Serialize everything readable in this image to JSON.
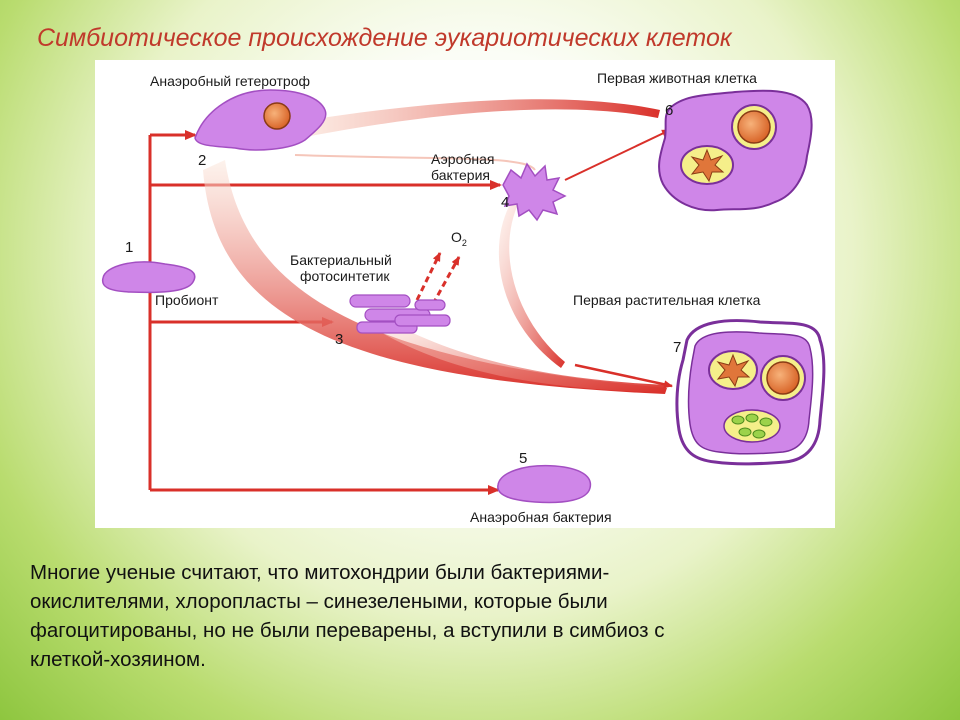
{
  "title": "Симбиотическое происхождение эукариотических клеток",
  "diagram": {
    "labels": {
      "anaerobic_heterotroph": "Анаэробный гетеротроф",
      "first_animal_cell": "Первая животная клетка",
      "aerobic_bacterium_line1": "Аэробная",
      "aerobic_bacterium_line2": "бактерия",
      "photosynthetic_line1": "Бактериальный",
      "photosynthetic_line2": "фотосинтетик",
      "oxygen": "O",
      "oxygen_sub": "2",
      "probiont": "Пробионт",
      "first_plant_cell": "Первая растительная клетка",
      "anaerobic_bacterium": "Анаэробная бактерия"
    },
    "numbers": {
      "n1": "1",
      "n2": "2",
      "n3": "3",
      "n4": "4",
      "n5": "5",
      "n6": "6",
      "n7": "7"
    }
  },
  "caption": {
    "lines": [
      "Многие ученые считают, что митохондрии были бактериями-",
      "окислителями, хлоропласты – синезелеными, которые были",
      "фагоцитированы, но не были переварены, а вступили в симбиоз с",
      "клеткой-хозяином."
    ]
  },
  "colors": {
    "title": "#c0392b",
    "arrow": "#d9302a",
    "cell_fill": "#c77be0",
    "nucleus": "#e0763a"
  }
}
